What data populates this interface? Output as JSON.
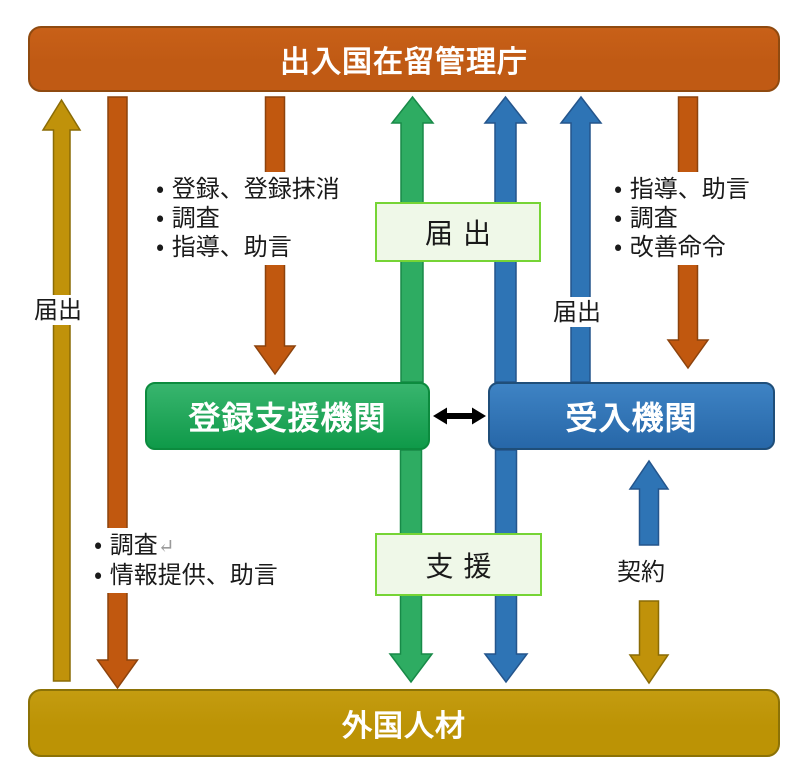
{
  "palette": {
    "orange_fill": "#C1580F",
    "orange_stroke": "#8C430D",
    "gold_fill": "#C0920A",
    "gold_stroke": "#8A6B05",
    "green_fill": "#2EAC62",
    "green_stroke": "#188A48",
    "blue_fill": "#2E74B5",
    "blue_stroke": "#24558C",
    "bar_orange_fill": "#C05A14",
    "bar_orange_border": "#8F4A10",
    "bar_gold_fill": "#BC9305",
    "bar_gold_border": "#8C7206",
    "box_green_top": "#38B56E",
    "box_green_bottom": "#0F9A49",
    "box_green_border": "#0C8B3E",
    "box_blue_top": "#3E83C4",
    "box_blue_bottom": "#2767A8",
    "box_blue_border": "#1F4E79",
    "label_box_fill": "#EFF8E8",
    "label_box_border": "#76D435",
    "text_black": "#1A1A1A",
    "text_white": "#FFFFFF",
    "return_mark_gray": "#9A9A9A",
    "connector_black": "#000000"
  },
  "nodes": {
    "agency": {
      "label": "出入国在留管理庁"
    },
    "support_org": {
      "label": "登録支援機関"
    },
    "accepting_org": {
      "label": "受入機関"
    },
    "foreign_workers": {
      "label": "外国人材"
    }
  },
  "labels": {
    "notification_left": "届出",
    "notification_center": "届出",
    "notification_right": "届出",
    "support": "支援",
    "contract": "契約"
  },
  "bullet_lists": {
    "to_support_org": {
      "items": [
        "・ 登録、登録抹消",
        "・ 調査",
        "・ 指導、助言"
      ]
    },
    "to_accepting_org": {
      "items": [
        "・ 指導、助言",
        "・ 調査",
        "・ 改善命令"
      ]
    },
    "to_foreign_workers": {
      "items": [
        "・ 調査",
        "・ 情報提供、助言"
      ],
      "return_mark": "↵"
    }
  },
  "arrows": [
    {
      "name": "notification-from-foreign-workers-to-agency",
      "color": "gold",
      "direction": "up"
    },
    {
      "name": "agency-actions-to-foreign-workers",
      "color": "orange",
      "direction": "down"
    },
    {
      "name": "agency-actions-to-support-org",
      "color": "orange",
      "direction": "down"
    },
    {
      "name": "notification-from-support-org-to-agency",
      "color": "green",
      "direction": "up"
    },
    {
      "name": "notification-from-accepting-org-to-agency-1",
      "color": "blue",
      "direction": "up"
    },
    {
      "name": "notification-from-accepting-org-to-agency-2",
      "color": "blue",
      "direction": "up"
    },
    {
      "name": "agency-actions-to-accepting-org",
      "color": "orange",
      "direction": "down"
    },
    {
      "name": "support-from-support-org-to-foreign-workers",
      "color": "green",
      "direction": "down"
    },
    {
      "name": "support-from-accepting-org-to-foreign-workers",
      "color": "blue",
      "direction": "down"
    },
    {
      "name": "contract-to-accepting-org",
      "color": "blue",
      "direction": "up"
    },
    {
      "name": "contract-to-foreign-workers",
      "color": "gold",
      "direction": "down"
    },
    {
      "name": "link-support-org-accepting-org",
      "color": "black",
      "direction": "both"
    }
  ]
}
